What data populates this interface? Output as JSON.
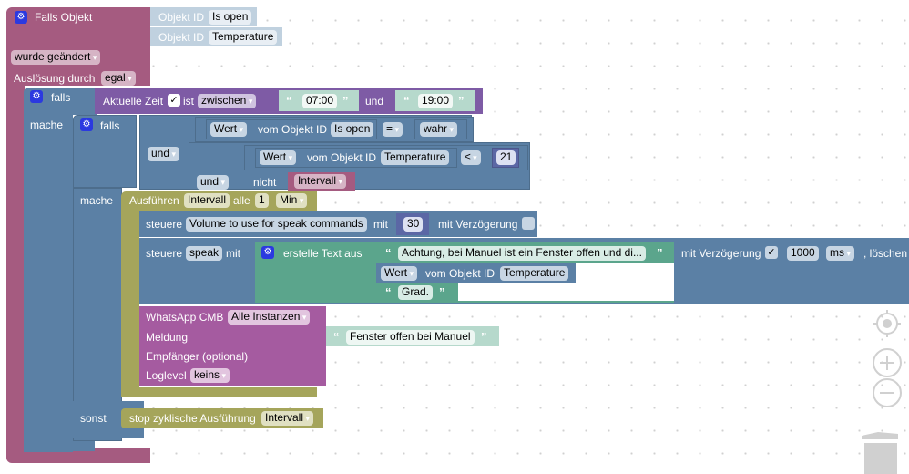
{
  "event_block": {
    "title": "Falls Objekt",
    "object_label": "Objekt ID",
    "objects": [
      "Is open",
      "Temperature"
    ],
    "change_mode": "wurde geändert",
    "trigger_label": "Auslösung durch",
    "trigger_value": "egal"
  },
  "if_outer": {
    "falls": "falls",
    "mache": "mache",
    "time_block": {
      "label": "Aktuelle Zeit",
      "checked": "✓",
      "ist": "ist",
      "op": "zwischen",
      "from": "07:00",
      "und": "und",
      "to": "19:00"
    }
  },
  "if_inner": {
    "falls": "falls",
    "mache": "mache",
    "sonst": "sonst",
    "and1": "und",
    "and2": "und",
    "cond1": {
      "value": "Wert",
      "of": "vom Objekt ID",
      "object": "Is open",
      "op": "=",
      "rhs": "wahr"
    },
    "cond2": {
      "value": "Wert",
      "of": "vom Objekt ID",
      "object": "Temperature",
      "op": "≤",
      "rhs": "21"
    },
    "cond3": {
      "not": "nicht",
      "var": "Intervall"
    }
  },
  "interval_block": {
    "label": "Ausführen",
    "var": "Intervall",
    "every": "alle",
    "amount": "1",
    "unit": "Min"
  },
  "control1": {
    "label": "steuere",
    "target": "Volume to use for speak commands",
    "with": "mit",
    "value": "30",
    "delay_label": "mit Verzögerung"
  },
  "control2": {
    "label": "steuere",
    "target": "speak",
    "with": "mit",
    "text_block_label": "erstelle Text aus",
    "text1": "Achtung, bei Manuel ist ein Fenster offen und di...",
    "value_label": "Wert",
    "of": "vom Objekt ID",
    "object": "Temperature",
    "text3": "Grad.",
    "delay_label": "mit Verzögerung",
    "delay_checked": "✓",
    "delay_value": "1000",
    "delay_unit": "ms",
    "clear_label": ", löschen"
  },
  "whatsapp": {
    "label": "WhatsApp CMB",
    "instance": "Alle Instanzen",
    "message_label": "Meldung",
    "message": "Fenster offen bei Manuel",
    "recipient_label": "Empfänger (optional)",
    "loglevel_label": "Loglevel",
    "loglevel": "keins"
  },
  "stop_block": {
    "label": "stop zyklische Ausführung",
    "var": "Intervall"
  },
  "workspace_controls": {
    "recenter": "target-icon",
    "zoom_in": "zoom-in-icon",
    "zoom_out": "zoom-out-icon",
    "trash": "trash-icon"
  }
}
